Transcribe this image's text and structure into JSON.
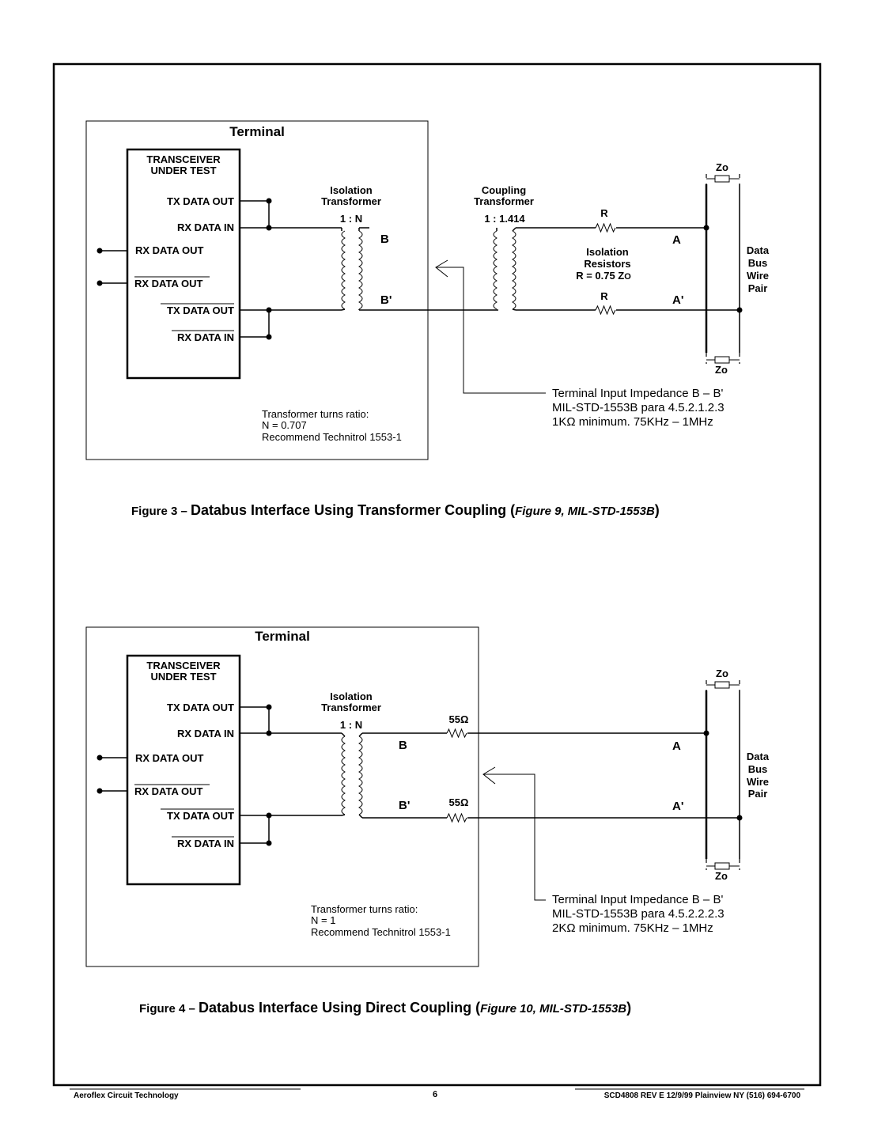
{
  "fig3": {
    "terminal_label": "Terminal",
    "transceiver_line1": "TRANSCEIVER",
    "transceiver_line2": "UNDER TEST",
    "tx_data_out": "TX DATA OUT",
    "rx_data_in": "RX DATA IN",
    "rx_data_out": "RX DATA OUT",
    "rx_data_out_bar": "RX DATA OUT",
    "tx_data_out_bar": "TX DATA OUT",
    "rx_data_in_bar": "RX DATA IN",
    "iso_label1": "Isolation",
    "iso_label2": "Transformer",
    "iso_ratio": "1 : N",
    "coupling_label1": "Coupling",
    "coupling_label2": "Transformer",
    "coupling_ratio": "1 : 1.414",
    "node_b": "B",
    "node_b_prime": "B'",
    "resistor_r": "R",
    "resistors_label1": "Isolation",
    "resistors_label2": "Resistors",
    "resistors_label3": "R = 0.75 Z",
    "resistors_label3_sub": "O",
    "node_a": "A",
    "node_a_prime": "A'",
    "zo": "Zo",
    "bus1": "Data",
    "bus2": "Bus",
    "bus3": "Wire",
    "bus4": "Pair",
    "note1": "Transformer turns ratio:",
    "note2": "N = 0.707",
    "note3": "Recommend Technitrol  1553-1",
    "imp1": "Terminal Input Impedance B – B'",
    "imp2": "MIL-STD-1553B para 4.5.2.1.2.3",
    "imp3": "1KΩ minimum. 75KHz – 1MHz",
    "caption_prefix": "Figure 3 – ",
    "caption_main": "Databus Interface Using Transformer Coupling (",
    "caption_italic": "Figure 9, MIL-STD-1553B",
    "caption_end": ")"
  },
  "fig4": {
    "terminal_label": "Terminal",
    "transceiver_line1": "TRANSCEIVER",
    "transceiver_line2": "UNDER TEST",
    "tx_data_out": "TX DATA OUT",
    "rx_data_in": "RX DATA IN",
    "rx_data_out": "RX DATA OUT",
    "rx_data_out_bar": "RX DATA OUT",
    "tx_data_out_bar": "TX DATA OUT",
    "rx_data_in_bar": "RX DATA IN",
    "iso_label1": "Isolation",
    "iso_label2": "Transformer",
    "iso_ratio": "1 : N",
    "res_top": "55Ω",
    "res_bottom": "55Ω",
    "node_b": "B",
    "node_b_prime": "B'",
    "node_a": "A",
    "node_a_prime": "A'",
    "zo": "Zo",
    "bus1": "Data",
    "bus2": "Bus",
    "bus3": "Wire",
    "bus4": "Pair",
    "note1": "Transformer turns ratio:",
    "note2": "N = 1",
    "note3": "Recommend Technitrol  1553-1",
    "imp1": "Terminal Input Impedance B – B'",
    "imp2": "MIL-STD-1553B para 4.5.2.2.2.3",
    "imp3": "2KΩ minimum. 75KHz – 1MHz",
    "caption_prefix": "Figure 4 – ",
    "caption_main": "Databus Interface Using Direct Coupling (",
    "caption_italic": "Figure 10, MIL-STD-1553B",
    "caption_end": ")"
  },
  "footer": {
    "left": "Aeroflex Circuit Technology",
    "page": "6",
    "right": "SCD4808 REV E 12/9/99     Plainview NY (516) 694-6700"
  }
}
